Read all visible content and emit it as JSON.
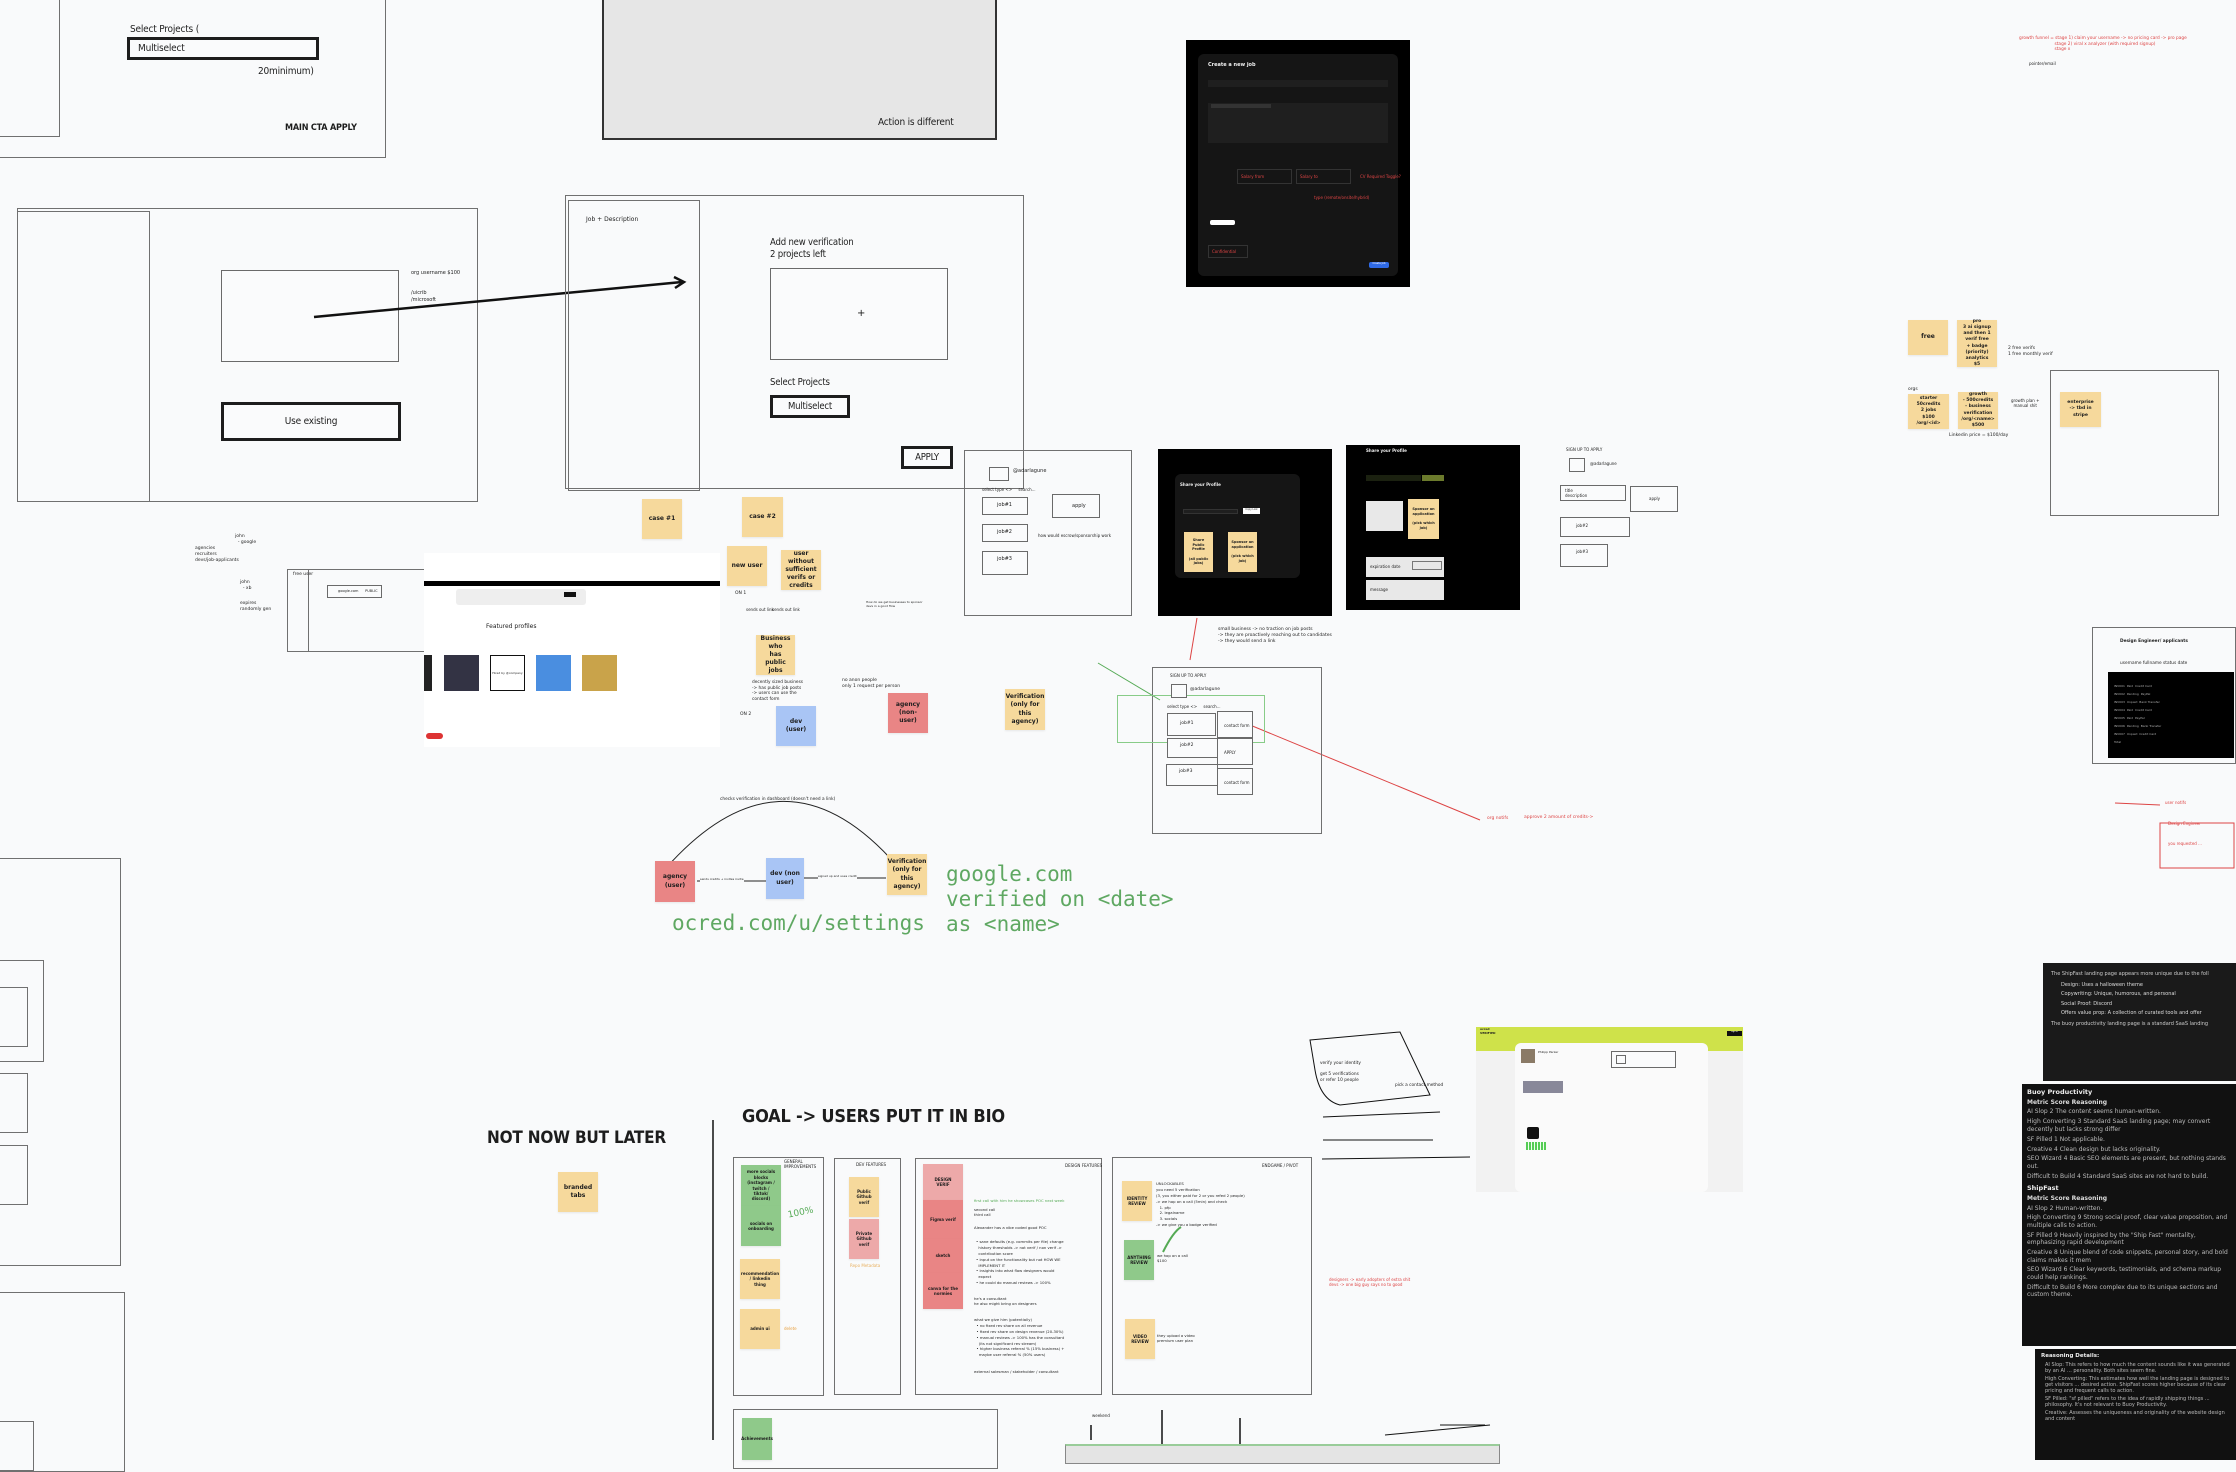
{
  "top_left_frame": {
    "select_projects": "Select Projects (",
    "multiselect": "Multiselect",
    "minimum": "20minimum)",
    "main_cta": "MAIN CTA APPLY"
  },
  "grey_box": {
    "label": "Action is different"
  },
  "frame_two": {
    "org_username": "org username $100",
    "orgs": "/uicrib\n/microsoft",
    "use_existing": "Use existing"
  },
  "frame_three": {
    "job_description": "Job + Description",
    "add_verification": "Add new verification\n2 projects left",
    "plus": "+",
    "select_projects": "Select Projects",
    "multiselect": "Multiselect",
    "apply": "APPLY"
  },
  "create_job": {
    "title": "Create a new job",
    "salary_from": "Salary from",
    "salary_to": "Salary to",
    "cv_required": "CV Required Toggle?",
    "type": "type (remote/onsite/hybrid)",
    "confidential": "Confidential",
    "create_button": "Create Job"
  },
  "adarlagune_frame": {
    "handle": "@adarlagune",
    "select_type": "select type <>     search...",
    "job1": "job#1",
    "job2": "job#2",
    "job3": "job#3",
    "apply": "apply",
    "note": "how would escrow/sponsorship work"
  },
  "share_profile": {
    "title": "Share your Profile",
    "copy_link": "Copy Link",
    "sticky_public": "Share Public\nProfile\n\n(all public\njobs)",
    "sticky_sponsor": "Sponsor an\napplication\n\n(pick which\njob)"
  },
  "share_profile_two": {
    "title": "Share your Profile",
    "sticky_sponsor": "Sponsor an\napplication\n\n(pick which\njob)",
    "expiration": "expiration date",
    "message": "message"
  },
  "signup_small": {
    "title": "SIGN UP TO APPLY",
    "handle": "@adarlagune",
    "title_desc": "title\ndescription",
    "apply": "apply",
    "job2": "job#2",
    "job3": "job#3"
  },
  "small_business_note": "small business -> no traction on job posts\n-> they are proactively reaching out to candidates\n-> they would send a link",
  "signup_frame": {
    "title": "SIGN UP TO APPLY",
    "handle": "@adarlagune",
    "select_type": "select type <>     search...",
    "job1": "job#1",
    "job2": "job#2",
    "job3": "job#3",
    "contact1": "contact form",
    "apply": "APPLY",
    "contact2": "contact form"
  },
  "org_notifs": "org notifs",
  "approve_credits": "approve 2 amount of credits->",
  "growth_funnel": "growth funnel = stage 1) claim your username -> no pricing card -> pro page\n                          stage 2) viral x analyzer (with required signup)\n                          stage x",
  "pointer_note": "pointer/email",
  "pricing": {
    "free": "free",
    "pro": "pro\n3 ai signup\nand then 1\nverif free\n+ badge\n(priority)\nanalytics\n$5",
    "free_verifs": "2 free verifs\n1 free monthly verif",
    "orgs": "orgs",
    "starter": "starter\n50credits\n2 jobs\n$100\n/org/<id>",
    "growth": "growth\n- 500credits\n- business\nverification\n/org/<name>\n$500",
    "growth_plan": "growth plan +\nmanual shit",
    "enterprise": "enterprise\n-> tbd in\nstripe",
    "linkedin": "Linkedin price = $100/day"
  },
  "applicants_table": {
    "title": "Design Engineer/ applicants",
    "columns": "username fullname status date",
    "rows": [
      "INV001  Paid  Credit Card",
      "INV002  Pending  PayPal",
      "INV003  Unpaid  Bank Transfer",
      "INV004  Paid  Credit Card",
      "INV005  Paid  PayPal",
      "INV006  Pending  Bank Transfer",
      "INV007  Unpaid  Credit Card"
    ],
    "total": "Total"
  },
  "user_notifs": {
    "label": "user notifs",
    "role": "Design Engineer",
    "requested": "you requested ..."
  },
  "left_notes": {
    "john_google": "john\n  - google",
    "roles": "agencies\nrecruiters\ndevs/job-applicants",
    "john_xb": "john\n  - xb",
    "expires": "expires\nrandomly gen",
    "free_user": "free user",
    "google_public": "google.com      PUBLIC"
  },
  "featured": {
    "title": "Featured profiles",
    "hired": "Hired by @company"
  },
  "use_cases": {
    "case1": "case #1",
    "case2": "case #2",
    "new_user": "new user",
    "user_without": "user without\nsufficient\nverifs or\ncredits",
    "sends_link1": "sends out link",
    "sends_link2": "sends out link",
    "business": "Business who\nhas public jobs",
    "option1": "ON 1",
    "option2": "ON 2",
    "decently": "decently sized business\n-> has public job posts\n-> users can use the\ncontact form",
    "dev_user": "dev (user)",
    "no_anon": "no anon people\nonly 1 request per person",
    "agency": "agency (non-\nuser)",
    "verification": "Verification\n(only for this\nagency)",
    "question": "How do we get businesses to sponsor\ndevs in a good flow"
  },
  "flow": {
    "checks": "checks verification in dashboard (doesn't need a link)",
    "agency": "agency (user)",
    "sends": "sends credits + invites invite",
    "dev": "dev (non user)",
    "signed": "signed up and uses credit",
    "verification": "Verification\n(only for this\nagency)"
  },
  "green_text": {
    "url": "ocred.com/u/settings",
    "verified": "google.com\nverified on <date>\nas <name>"
  },
  "not_now": {
    "title": "NOT NOW BUT LATER",
    "sticky": "branded\ntabs"
  },
  "goal": {
    "title": "GOAL -> USERS PUT IT IN BIO"
  },
  "general": {
    "header": "GENERAL\nIMPROVEMENTS",
    "socials": "more socials\nblocks\n(instagram /\ntwitch /\ntiktok/\ndiscord)",
    "onboarding": "socials on\nonboarding",
    "percent": "100%",
    "recommendation": "recommendation\n/ linkedin\nthing",
    "admin": "admin ui",
    "delete": "delete"
  },
  "dev_features": {
    "header": "DEV FEATURES",
    "public": "Public Github\nverif",
    "private": "Private Github\nverif",
    "repo": "Repo Metadata"
  },
  "design_features": {
    "header": "DESIGN FEATURES",
    "design_verif": "DESIGN\nVERIF",
    "figma": "Figma verif",
    "sketch": "sketch",
    "canva": "canva for the\nnormies",
    "first_call": "first call with him he showcases POC next week",
    "calls": "second call\nthird call",
    "alexander": "Alexander has a vibe coded good POC",
    "bullets": "• sane defaults (e.g. commits per file) change\n  history thresholds -> not verif / non verif ->\n  contribution score\n• input on the functionality but not HOW WE\n  IMPLEMENT IT\n• insights into what flow designers would\n  expect\n• he could do manual reviews -> 100%",
    "consultant": "he's a consultant\nhe also might bring on designers",
    "give": "what we give him (potentially)\n  • no fixed rev share on all revenue\n  • fixed rev share on design revenue (20-30%)\n  • manual reviews -> 100% has the consultant\n    (its not significant rev stream)\n  • higher business referral % (15% business) +\n    maybe user referral % (50% users)",
    "external": "external salesman / stakeholder / consultant"
  },
  "endgame": {
    "header": "ENDGAME / PIVOT",
    "identity": "IDENTITY\nREVIEW",
    "unlockables": "UNLOCKABLES\nyou need 5 verification\n(3, you either paid for 2 or you refed 2 people)\n-> we hop on a call (5min) and check\n   1. pfp\n   2. legalname\n   3. socials\n-> we give you a badge verified",
    "anything": "ANYTHING\nREVIEW",
    "anything_note": "we hop on a call\n$100",
    "video": "VIDEO\nREVIEW",
    "video_note": "they upload a video\npremium user plan"
  },
  "designers_note": "designers -> early adopters of extra shit\ndevs -> one big guy says no to good",
  "achievements": "Achievements",
  "weekend": "weekend",
  "verify_card": {
    "text": "verify your identity\n\nget 5 verifications\nor refer 10 people",
    "pick": "pick a contact method"
  },
  "verified_page": {
    "brand": "ocred\nVERIFIED",
    "name": "Philipp Parzer",
    "sign_in": "Sign in"
  },
  "ai_summary": {
    "intro": "The ShipFast landing page appears more unique due to the foll",
    "items": [
      "Design: Uses a halloween theme",
      "Copywriting: Unique, humorous, and personal",
      "Social Proof: Discord",
      "Offers value prop: A collection of curated tools and offer"
    ],
    "outro": "The buoy productivity landing page is a standard SaaS landing"
  },
  "ai_table": {
    "buoy_title": "Buoy Productivity",
    "head": "Metric   Score   Reasoning",
    "buoy_rows": [
      "AI Slop   2   The content seems human-written.",
      "High Converting   3   Standard SaaS landing page; may convert decently but lacks strong differ",
      "SF Pilled   1   Not applicable.",
      "Creative   4   Clean design but lacks originality.",
      "SEO Wizard   4   Basic SEO elements are present, but nothing stands out.",
      "Difficult to Build   4   Standard SaaS sites are not hard to build."
    ],
    "ship_title": "ShipFast",
    "ship_rows": [
      "AI Slop   2   Human-written.",
      "High Converting   9   Strong social proof, clear value proposition, and multiple calls to action.",
      "SF Pilled   9   Heavily inspired by the \"Ship Fast\" mentality, emphasizing rapid development",
      "Creative   8   Unique blend of code snippets, personal story, and bold claims makes it mem",
      "SEO Wizard   6   Clear keywords, testimonials, and schema markup could help rankings.",
      "Difficult to Build   6   More complex due to its unique sections and custom theme."
    ]
  },
  "ai_details": {
    "title": "Reasoning Details:",
    "items": [
      "AI Slop: This refers to how much the content sounds like it was generated by an AI ... personality. Both sites seem fine.",
      "High Converting: This estimates how well the landing page is designed to get visitors ... desired action. ShipFast scores higher because of its clear pricing and frequent calls to action.",
      "SF Pilled: \"sf pilled\" refers to the idea of rapidly shipping things ... philosophy. It's not relevant to Buoy Productivity.",
      "Creative: Assesses the uniqueness and originality of the website design and content"
    ]
  },
  "colors": {
    "sticky_yellow": "#f6d99c",
    "sticky_green": "#8fc98a",
    "sticky_red": "#e98585",
    "sticky_blue": "#a9c5f5",
    "annotation_red": "#dd4444",
    "mono_green": "#5fa862",
    "canvas": "#f9fafb"
  }
}
